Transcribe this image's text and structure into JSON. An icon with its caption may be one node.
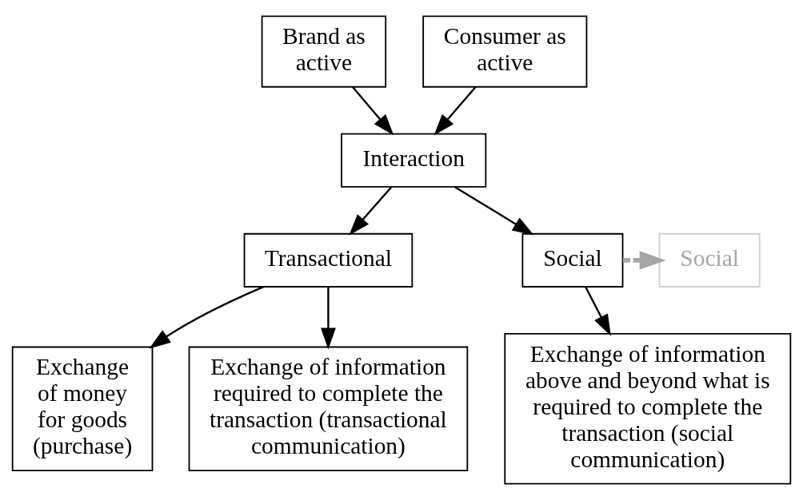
{
  "diagram": {
    "nodes": [
      {
        "text": [
          "Brand as active"
        ]
      },
      {
        "text": [
          "Consumer as active"
        ]
      },
      {
        "text": [
          "Interaction"
        ]
      },
      {
        "text": [
          "Transactional"
        ]
      },
      {
        "text": [
          "Social"
        ]
      },
      {
        "text": [
          "Social"
        ]
      },
      {
        "text": [
          "Exchange of money for goods (purchase)"
        ]
      },
      {
        "text": [
          "Exchange of information required to complete the transaction (transactional communication)"
        ]
      },
      {
        "text": [
          "Exchange of information above and beyond what is required to complete the transaction (social communication)"
        ]
      }
    ],
    "edges": [
      {
        "from": 0,
        "to": 2,
        "arrow": "to"
      },
      {
        "from": 1,
        "to": 2,
        "arrow": "to"
      },
      {
        "from": 2,
        "to": 3,
        "arrow": "to"
      },
      {
        "from": 2,
        "to": 4,
        "arrow": "to"
      },
      {
        "from": 4,
        "to": 5,
        "arrow": "to",
        "style": "dashed",
        "color": "#a6a6a6"
      },
      {
        "from": 3,
        "to": 6,
        "arrow": "to"
      },
      {
        "from": 3,
        "to": 7,
        "arrow": "to"
      },
      {
        "from": 4,
        "to": 8,
        "arrow": "to"
      }
    ]
  }
}
